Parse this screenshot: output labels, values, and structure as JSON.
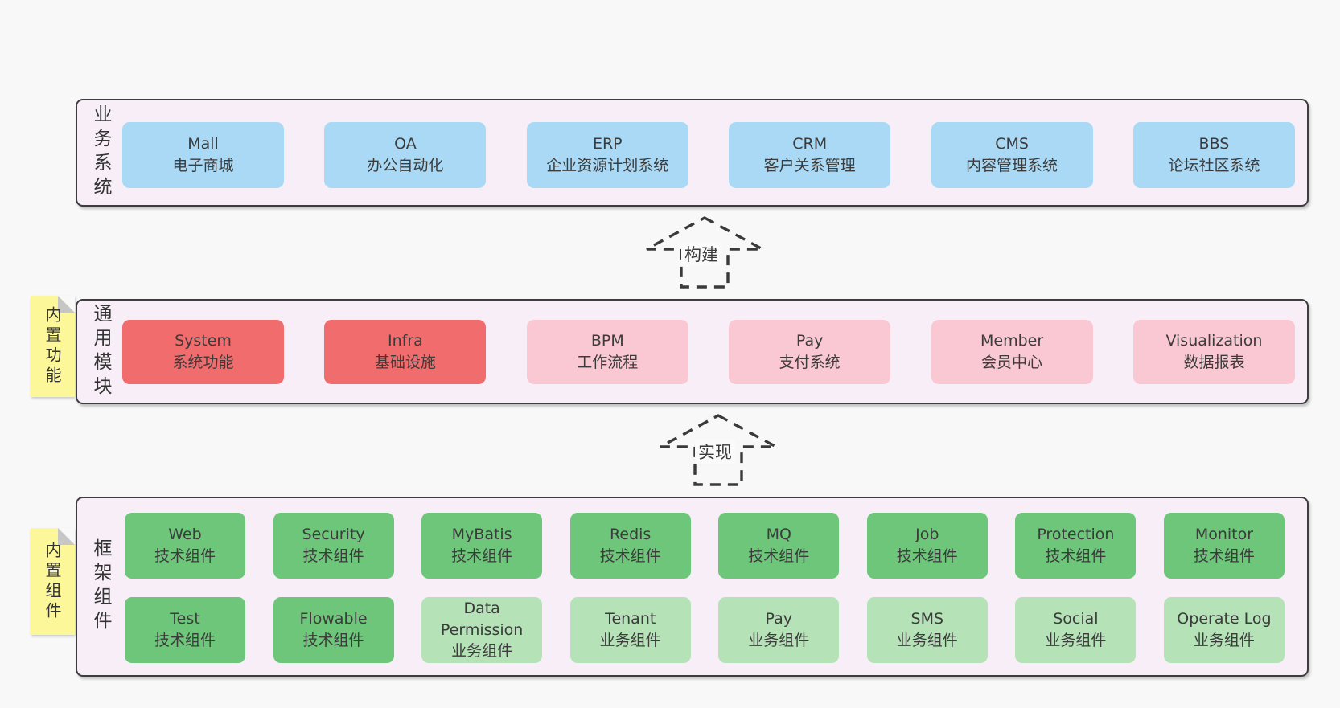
{
  "colors": {
    "page_bg": "#f8f8f8",
    "panel_bg": "#f8eef7",
    "panel_border": "#3d3d3d",
    "box_blue": "#a9d9f5",
    "box_red": "#f16c6c",
    "box_pink": "#f9c8d2",
    "box_green": "#6ec67b",
    "box_light_green": "#b6e2b8",
    "note_yellow": "#fcf899",
    "note_fold_gray": "#c6c6c6",
    "text": "#3b3b3b"
  },
  "bands": {
    "business": {
      "label": "业务系统",
      "items": [
        {
          "name": "Mall",
          "desc": "电子商城"
        },
        {
          "name": "OA",
          "desc": "办公自动化"
        },
        {
          "name": "ERP",
          "desc": "企业资源计划系统"
        },
        {
          "name": "CRM",
          "desc": "客户关系管理"
        },
        {
          "name": "CMS",
          "desc": "内容管理系统"
        },
        {
          "name": "BBS",
          "desc": "论坛社区系统"
        }
      ]
    },
    "modules": {
      "label": "通用模块",
      "note": "内置功能",
      "items": [
        {
          "name": "System",
          "desc": "系统功能"
        },
        {
          "name": "Infra",
          "desc": "基础设施"
        },
        {
          "name": "BPM",
          "desc": "工作流程"
        },
        {
          "name": "Pay",
          "desc": "支付系统"
        },
        {
          "name": "Member",
          "desc": "会员中心"
        },
        {
          "name": "Visualization",
          "desc": "数据报表"
        }
      ]
    },
    "components": {
      "label": "框架组件",
      "note": "内置组件",
      "row1": [
        {
          "name": "Web",
          "desc": "技术组件"
        },
        {
          "name": "Security",
          "desc": "技术组件"
        },
        {
          "name": "MyBatis",
          "desc": "技术组件"
        },
        {
          "name": "Redis",
          "desc": "技术组件"
        },
        {
          "name": "MQ",
          "desc": "技术组件"
        },
        {
          "name": "Job",
          "desc": "技术组件"
        },
        {
          "name": "Protection",
          "desc": "技术组件"
        },
        {
          "name": "Monitor",
          "desc": "技术组件"
        }
      ],
      "row2": [
        {
          "name": "Test",
          "desc": "技术组件"
        },
        {
          "name": "Flowable",
          "desc": "技术组件"
        },
        {
          "name": "Data Permission",
          "desc": "业务组件"
        },
        {
          "name": "Tenant",
          "desc": "业务组件"
        },
        {
          "name": "Pay",
          "desc": "业务组件"
        },
        {
          "name": "SMS",
          "desc": "业务组件"
        },
        {
          "name": "Social",
          "desc": "业务组件"
        },
        {
          "name": "Operate Log",
          "desc": "业务组件"
        }
      ]
    }
  },
  "arrows": [
    {
      "label": "构建"
    },
    {
      "label": "实现"
    }
  ]
}
